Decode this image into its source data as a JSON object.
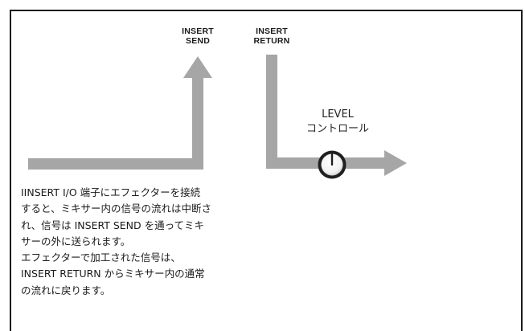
{
  "labels": {
    "insert_send": [
      "INSERT",
      "SEND"
    ],
    "insert_return": [
      "INSERT",
      "RETURN"
    ],
    "level": [
      "LEVEL",
      "コントロール"
    ]
  },
  "description": {
    "lines": [
      "IINSERT I/O 端子にエフェクターを接続",
      "すると、ミキサー内の信号の流れは中断さ",
      "れ、信号は INSERT SEND を通ってミキ",
      "サーの外に送られます。",
      "エフェクターで加工された信号は、",
      "INSERT RETURN からミキサー内の通常",
      "の流れに戻ります。"
    ]
  },
  "colors": {
    "arrow_fill": "#a6a6a6",
    "border": "#1c1c1c",
    "text": "#1a1a1a"
  },
  "icons": {
    "level_knob": "knob-icon"
  }
}
